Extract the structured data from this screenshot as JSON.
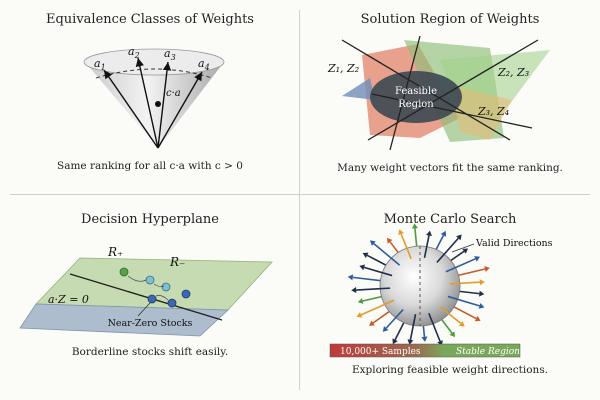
{
  "panels": {
    "equivalence": {
      "title": "Equivalence Classes of Weights",
      "vectors": [
        "a1",
        "a2",
        "a3",
        "a4"
      ],
      "vector_subscript_labels": [
        {
          "base": "a",
          "sub": "1"
        },
        {
          "base": "a",
          "sub": "2"
        },
        {
          "base": "a",
          "sub": "3"
        },
        {
          "base": "a",
          "sub": "4"
        }
      ],
      "scaled_label": "c·a",
      "caption": "Same ranking for all c·a with c > 0"
    },
    "solution": {
      "title": "Solution Region of Weights",
      "labels": {
        "left": "Z₁, Z₂",
        "right_top": "Z₂, Z₃",
        "right_bottom": "Z₃, Z₄"
      },
      "region_line1": "Feasible",
      "region_line2": "Region",
      "caption": "Many weight vectors fit the same ranking."
    },
    "hyperplane": {
      "title": "Decision Hyperplane",
      "r_plus": "R₊",
      "r_minus": "R₋",
      "plane_label": "a·Z = 0",
      "near_zero": "Near-Zero Stocks",
      "caption": "Borderline stocks shift easily."
    },
    "montecarlo": {
      "title": "Monte Carlo Search",
      "valid_label": "Valid Directions",
      "bar_left": "10,000+ Samples",
      "bar_right": "Stable Region",
      "caption": "Exploring feasible weight directions."
    }
  },
  "colors": {
    "red_region": "#e07a5f",
    "green_region": "#8fbf7a",
    "blue_region": "#6f8fb8",
    "dark_region": "#3f4a54",
    "bar_red": "#c0393b",
    "bar_green": "#7aa85a"
  }
}
